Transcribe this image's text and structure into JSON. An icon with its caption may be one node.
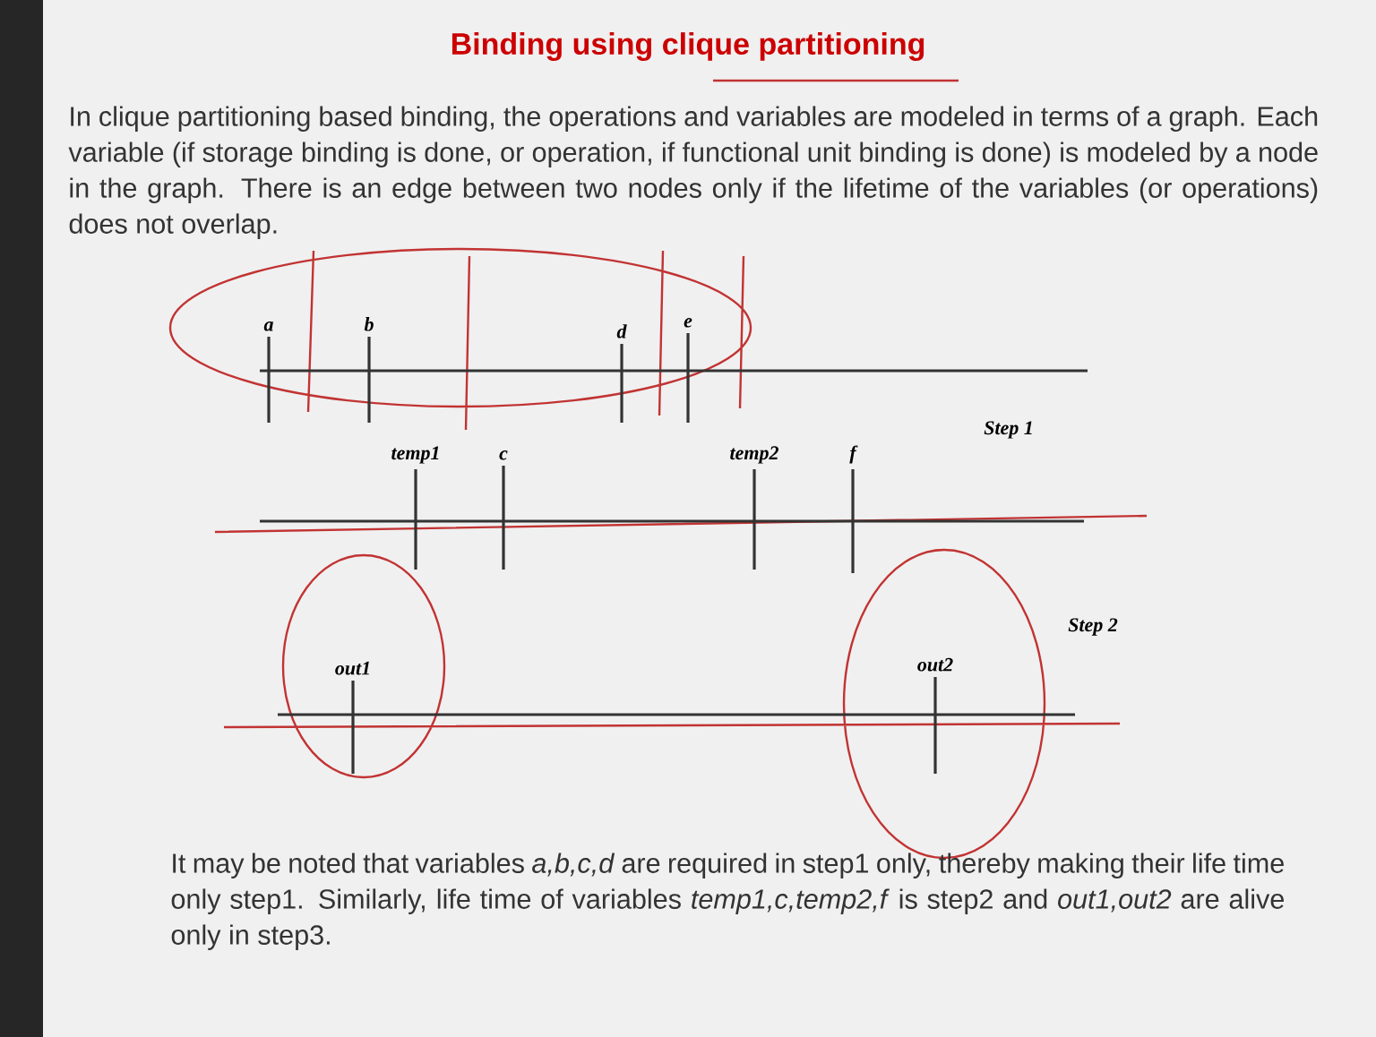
{
  "diagram": {
    "title": "Binding using clique partitioning",
    "labels": [
      "In clique partitioning based binding, the operations and variables are modeled in terms of a graph. Each variable (if storage binding is done, or operation, if functional unit binding is done) is modeled by a node in the graph. There is an edge between two nodes only if the lifetime of the variables (or operations) does not overlap.",
      "a",
      "b",
      "d",
      "e",
      "Step 1",
      "temp1",
      "c",
      "temp2",
      "f",
      "Step 2",
      "out1",
      "out2",
      "It may be noted that variables *a,b,c,d* are required in step1 only, thereby making their life time only step1. Similarly, life time of variables *temp1,c,temp2,f* is step2 and *out1,out2* are alive only in step3."
    ]
  }
}
